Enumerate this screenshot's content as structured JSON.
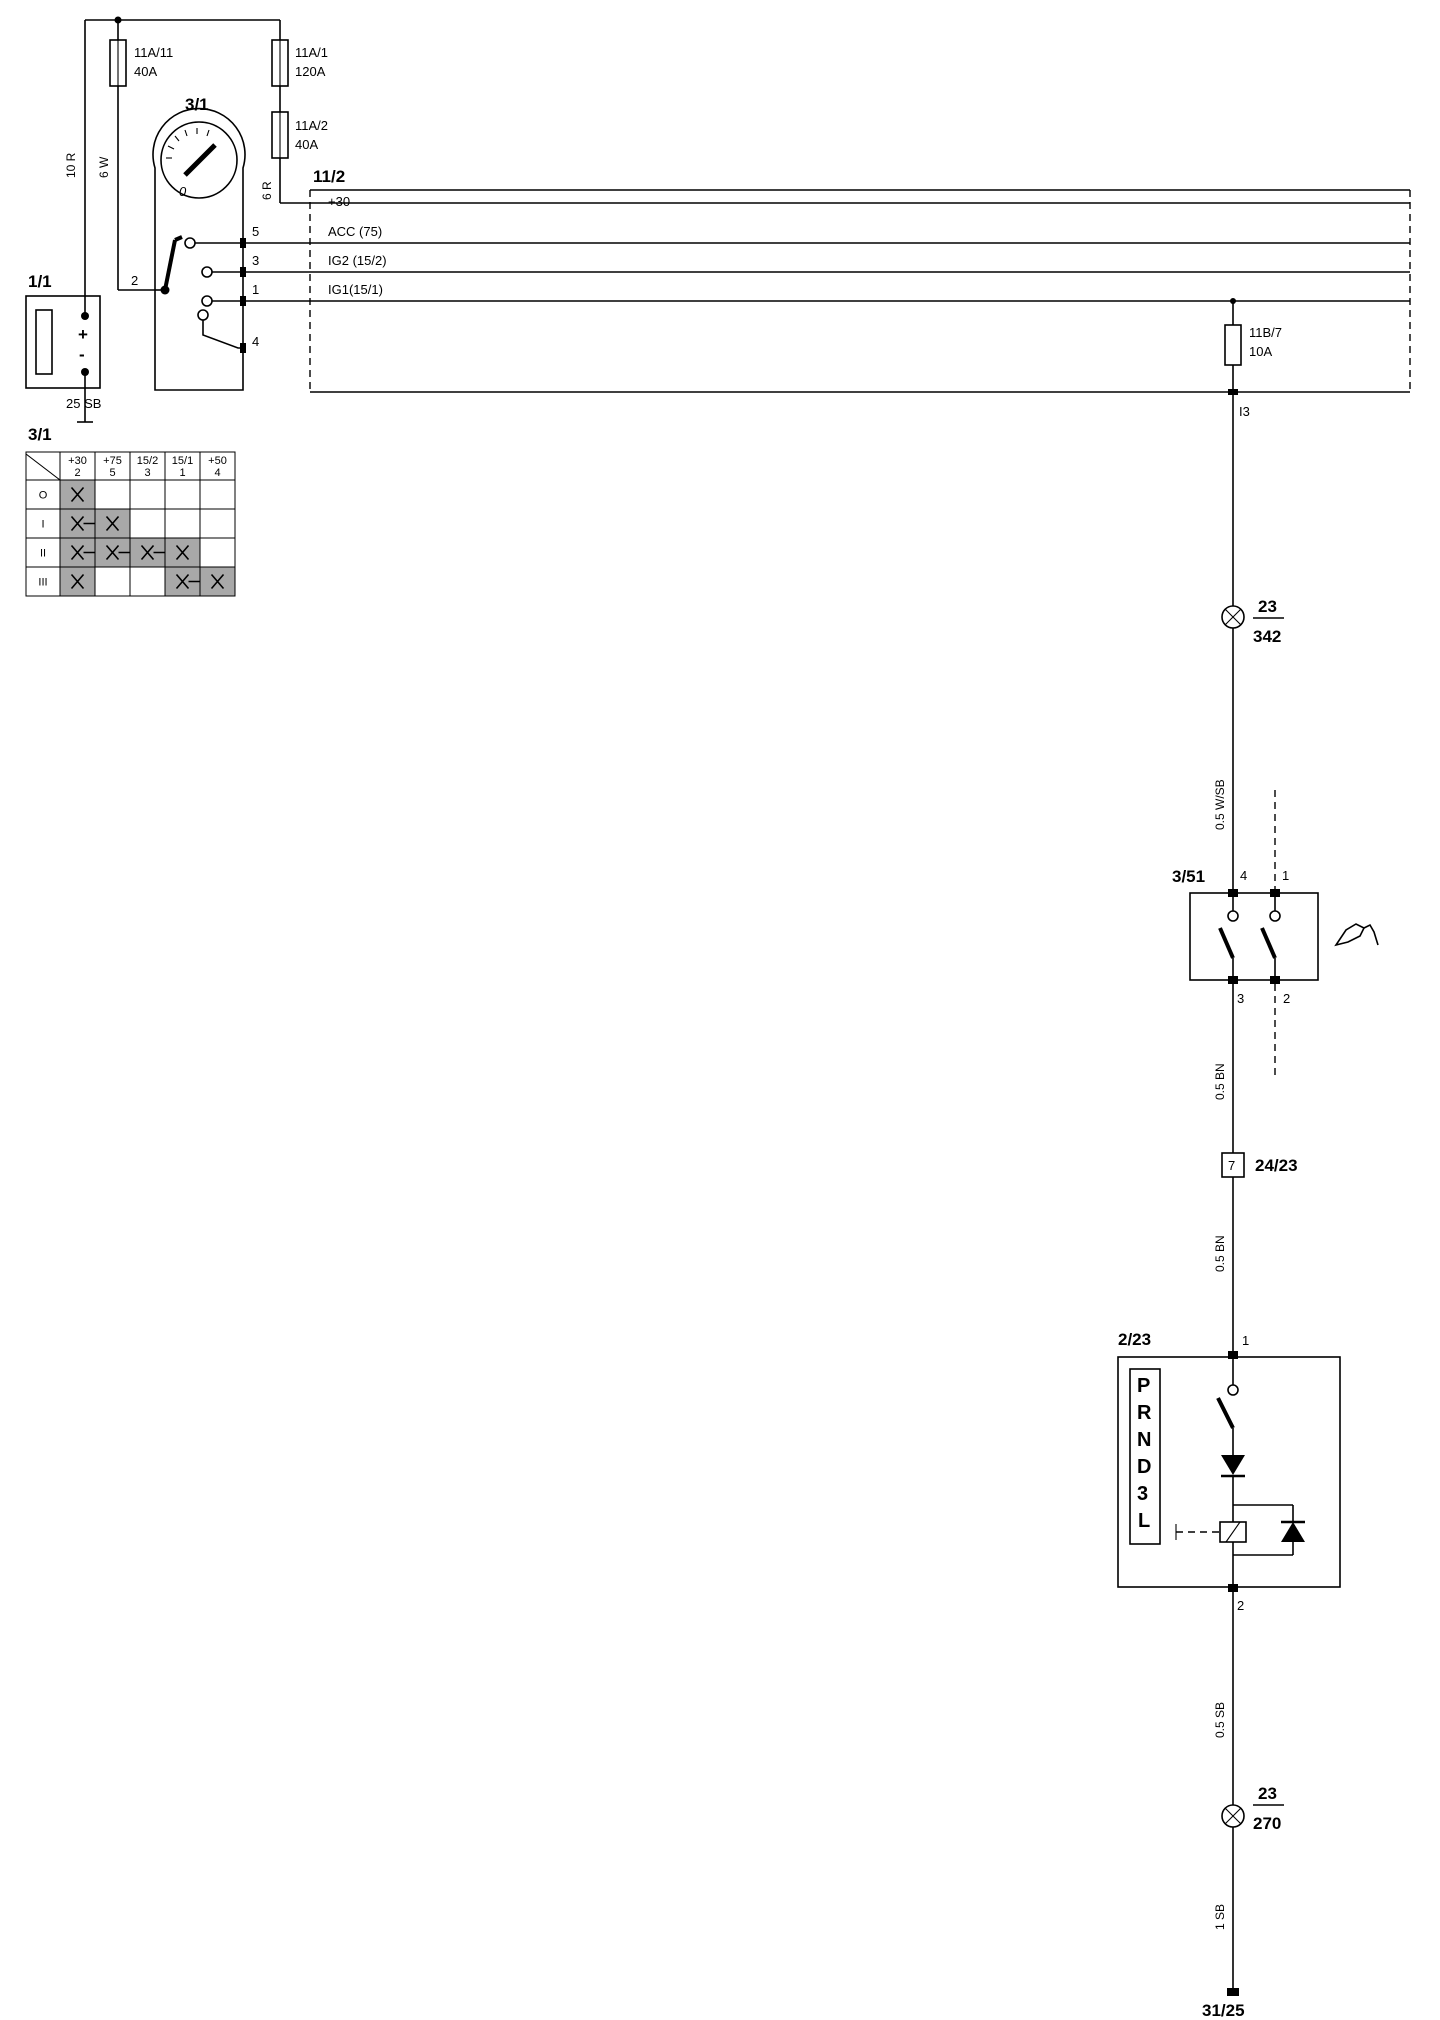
{
  "battery": {
    "id": "1/1",
    "plus": "+",
    "minus": "-",
    "ground_wire": "25 SB"
  },
  "fuses": [
    {
      "id": "11A/11",
      "rating": "40A"
    },
    {
      "id": "11A/1",
      "rating": "120A"
    },
    {
      "id": "11A/2",
      "rating": "40A"
    },
    {
      "id": "11B/7",
      "rating": "10A"
    }
  ],
  "wires": {
    "battery_feed": "10 R",
    "switch_feed": "6 W",
    "bus_feed": "6 R",
    "w1": "0.5 W/SB",
    "w2": "0.5 BN",
    "w3": "0.5 BN",
    "w4": "0.5 SB",
    "w5": "1 SB"
  },
  "ignition_switch": {
    "id": "3/1",
    "pins": {
      "p2": "2",
      "p5": "5",
      "p3": "3",
      "p1": "1",
      "p4": "4"
    }
  },
  "central_unit": {
    "id": "11/2",
    "rails": [
      "+30",
      "ACC (75)",
      "IG2 (15/2)",
      "IG1(15/1)"
    ],
    "pin_out": "I3"
  },
  "connector_23_342": {
    "num": "23",
    "den": "342"
  },
  "brake_switch": {
    "id": "3/51",
    "pins": {
      "p4": "4",
      "p1": "1",
      "p3": "3",
      "p2": "2"
    }
  },
  "connector_24_23": {
    "pin": "7",
    "id": "24/23"
  },
  "gear_selector": {
    "id": "2/23",
    "pin_in": "1",
    "pin_out": "2",
    "positions": [
      "P",
      "R",
      "N",
      "D",
      "3",
      "L"
    ]
  },
  "connector_23_270": {
    "num": "23",
    "den": "270"
  },
  "ground": {
    "id": "31/25"
  },
  "switch_table": {
    "title": "3/1",
    "columns": [
      {
        "top": "+30",
        "bottom": "2"
      },
      {
        "top": "+75",
        "bottom": "5"
      },
      {
        "top": "15/2",
        "bottom": "3"
      },
      {
        "top": "15/1",
        "bottom": "1"
      },
      {
        "top": "+50",
        "bottom": "4"
      }
    ],
    "rows": [
      {
        "label": "O",
        "active": [
          true,
          false,
          false,
          false,
          false
        ]
      },
      {
        "label": "I",
        "active": [
          true,
          true,
          false,
          false,
          false
        ]
      },
      {
        "label": "II",
        "active": [
          true,
          true,
          true,
          true,
          false
        ]
      },
      {
        "label": "III",
        "active": [
          true,
          false,
          false,
          true,
          true
        ]
      }
    ]
  }
}
